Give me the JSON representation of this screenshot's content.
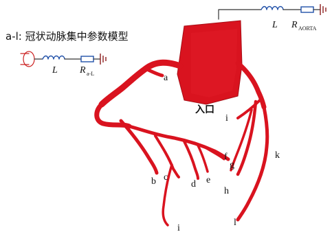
{
  "title_label": "a-l: 冠状动脉集中参数模型",
  "left_model": {
    "inductor_label": "L",
    "resistor_label": "R",
    "resistor_subscript": "a-L"
  },
  "aorta_model": {
    "inductor_label": "L",
    "resistor_label": "R",
    "resistor_subscript": "AORTA"
  },
  "inlet_label": "入口",
  "outlet_labels": {
    "a": "a",
    "b": "b",
    "c": "c",
    "d": "d",
    "e": "e",
    "f": "f",
    "g": "g",
    "h": "h",
    "i_top": "i",
    "i_bottom": "i",
    "k": "k",
    "l": "l"
  },
  "colors": {
    "vessel": "#d9131f",
    "vessel_dark": "#a60c14",
    "inductor": "#1f4fa8",
    "resistor": "#1f4fa8",
    "wire": "#333333",
    "ground": "#8b1c1c",
    "inlet_wire": "#cc2222"
  }
}
